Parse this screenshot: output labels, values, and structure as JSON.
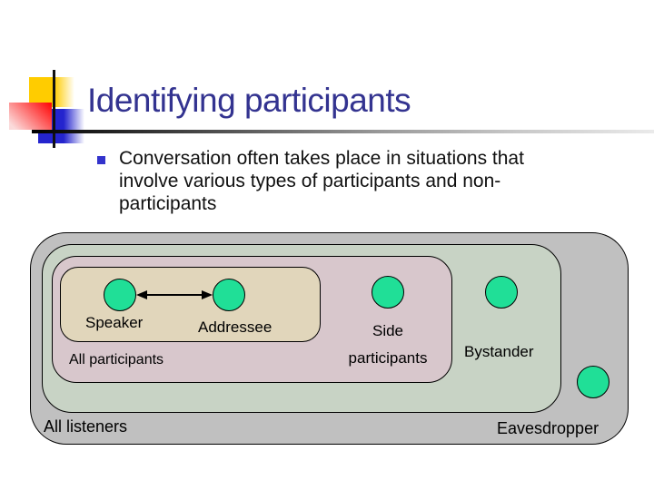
{
  "header": {
    "title": "Identifying participants"
  },
  "content": {
    "bullet": {
      "lines": {
        "0": "Conversation often takes place in situations that",
        "1": "involve various types of participants and non-",
        "2": "participants"
      }
    }
  },
  "diagram": {
    "labels": {
      "speaker": "Speaker",
      "addressee": "Addressee",
      "all_participants": "All participants",
      "side_participants_line1": "Side",
      "side_participants_line2": "participants",
      "bystander": "Bystander",
      "all_listeners": "All listeners",
      "eavesdropper": "Eavesdropper"
    },
    "colors": {
      "outer_listeners_box": "#C0C0C0",
      "bystander_box": "#C8D3C5",
      "all_participants_box": "#D8C7CC",
      "conversation_box": "#E1D6BB",
      "person_circle": "#20DF97",
      "outline": "#000000"
    }
  },
  "decoration": {
    "title_color": "#333390",
    "bullet_marker_color": "#3333CC",
    "logo_colors": {
      "yellow": "#FFCC00",
      "red": "#FF0D0D",
      "blue": "#2424CE"
    }
  }
}
